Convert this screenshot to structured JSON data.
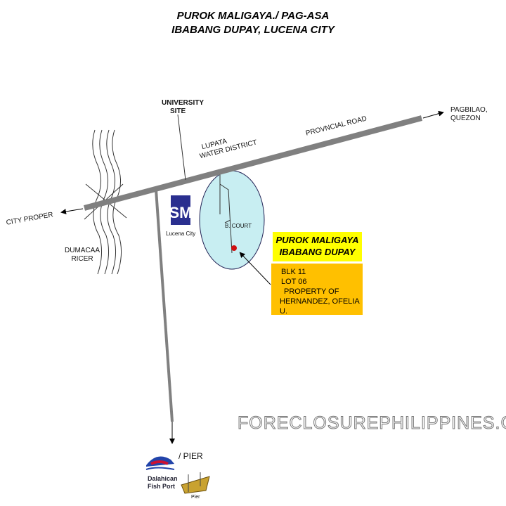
{
  "title": {
    "line1": "PUROK MALIGAYA./ PAG-ASA",
    "line2": "IBABANG DUPAY, LUCENA CITY"
  },
  "labels": {
    "university_site": [
      "UNIVERSITY",
      "SITE"
    ],
    "pagbilao": [
      "PAGBILAO,",
      "QUEZON"
    ],
    "provincial_road": "PROVNCIAL ROAD",
    "lupata": [
      "LUPATA",
      "WATER  DISTRICT"
    ],
    "city_proper": "CITY PROPER",
    "river": [
      "DUMACAA",
      "RICER"
    ],
    "b_court": "B. COURT",
    "pier": "/ PIER",
    "sm_logo": "SM",
    "sm_sub": "Lucena City",
    "fishport": [
      "Dalahican",
      "Fish Port"
    ],
    "pier_icon": "Pier"
  },
  "location_box": {
    "line1": "PUROK MALIGAYA",
    "line2": "IBABANG DUPAY"
  },
  "property_box": {
    "lines": [
      "BLK 11",
      "LOT 06",
      "PROPERTY OF",
      "HERNANDEZ, OFELIA U."
    ]
  },
  "watermark": "FORECLOSUREPHILIPPINES.COM",
  "colors": {
    "road": "#808080",
    "circle": "#c8eef2",
    "location_box": "#ffff00",
    "property_box": "#ffc000",
    "marker": "#d01010",
    "sm_logo": "#2a2f8f"
  }
}
